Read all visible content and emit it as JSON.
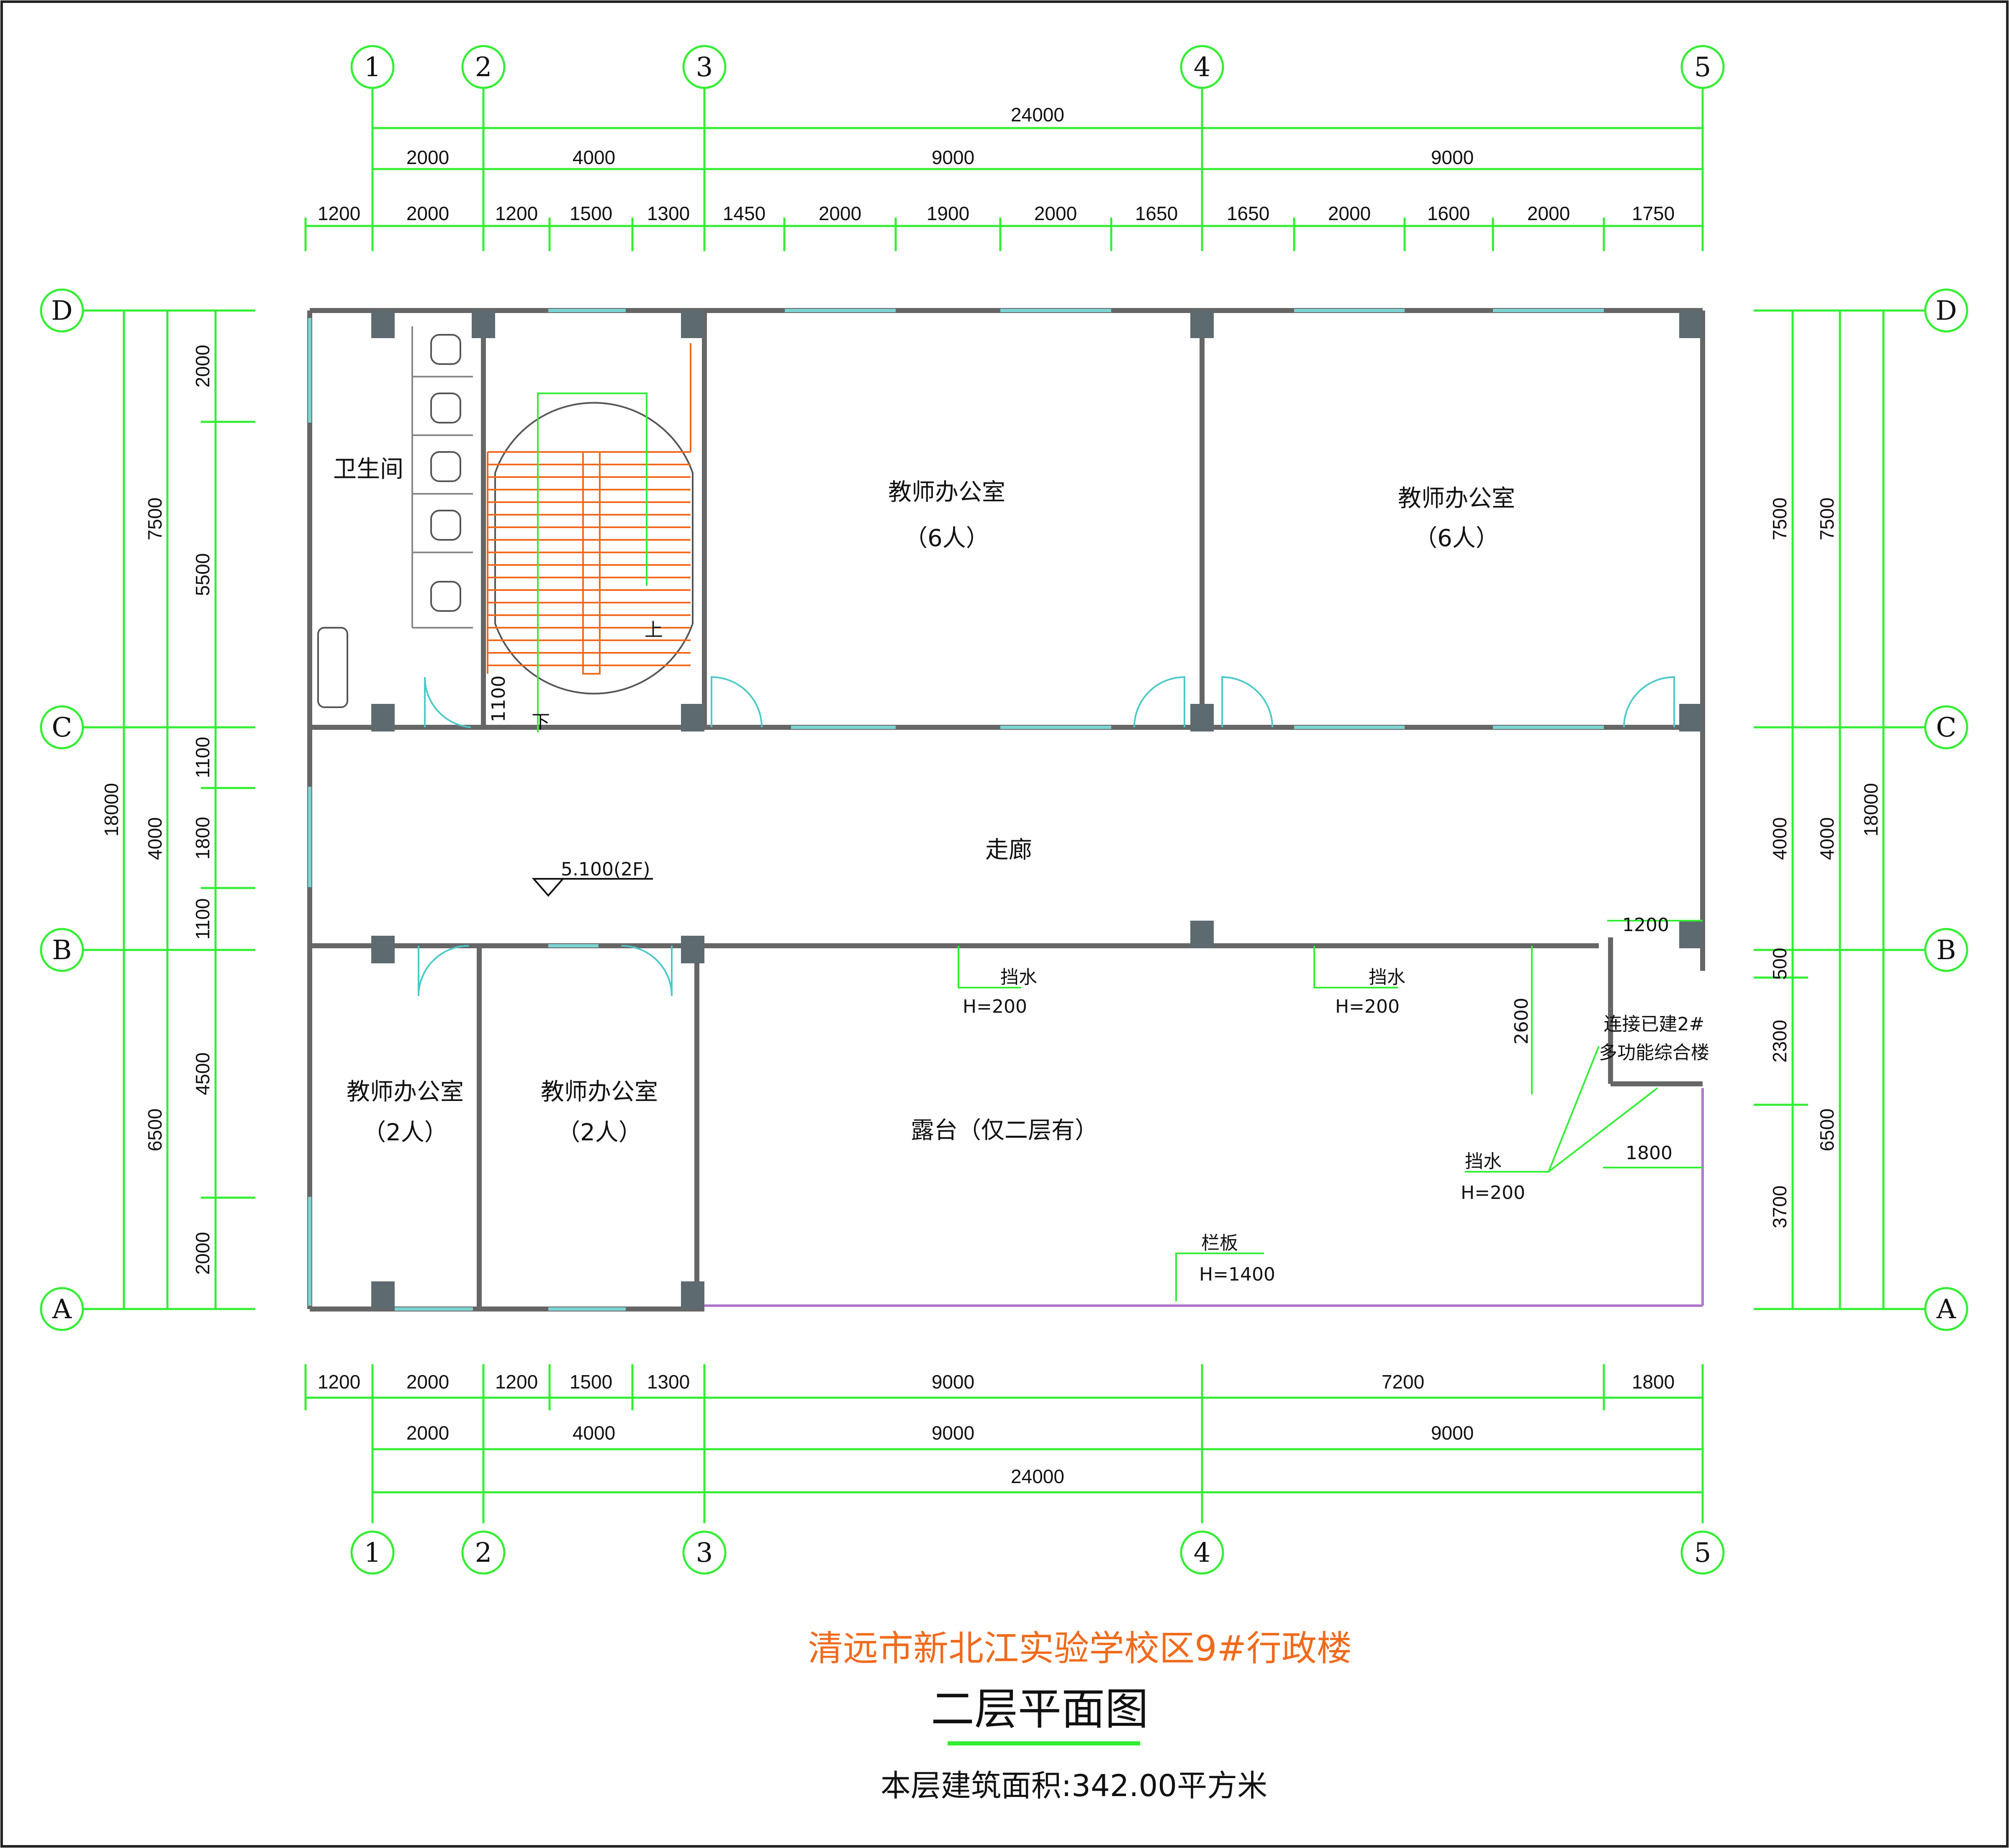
{
  "grid": {
    "columns": [
      "1",
      "2",
      "3",
      "4",
      "5"
    ],
    "rows": [
      "D",
      "C",
      "B",
      "A"
    ]
  },
  "dims_top": {
    "total": "24000",
    "bays": [
      "2000",
      "4000",
      "9000",
      "9000"
    ],
    "detail": [
      "1200",
      "2000",
      "1200",
      "1500",
      "1300",
      "1450",
      "2000",
      "1900",
      "2000",
      "1650",
      "1650",
      "2000",
      "1600",
      "2000",
      "1750"
    ]
  },
  "dims_bottom": {
    "detail": [
      "1200",
      "2000",
      "1200",
      "1500",
      "1300",
      "9000",
      "7200",
      "1800"
    ],
    "bays": [
      "2000",
      "4000",
      "9000",
      "9000"
    ],
    "total": "24000"
  },
  "dims_left": {
    "total": "18000",
    "bays": [
      "7500",
      "4000",
      "6500"
    ],
    "detail": [
      "2000",
      "5500",
      "1100",
      "1800",
      "1100",
      "4500",
      "2000"
    ]
  },
  "dims_right": {
    "total": "18000",
    "bays": [
      "7500",
      "4000",
      "6500"
    ],
    "detail": [
      "7500",
      "4000",
      "500",
      "2300",
      "3700"
    ]
  },
  "rooms": {
    "toilet": "卫生间",
    "office_big_1": {
      "name": "教师办公室",
      "capacity": "（6人）"
    },
    "office_big_2": {
      "name": "教师办公室",
      "capacity": "（6人）"
    },
    "office_small_1": {
      "name": "教师办公室",
      "capacity": "（2人）"
    },
    "office_small_2": {
      "name": "教师办公室",
      "capacity": "（2人）"
    },
    "corridor": "走廊",
    "terrace": "露台（仅二层有）",
    "link": [
      "连接已建2#",
      "多功能综合楼"
    ]
  },
  "annotations": {
    "stair_up": "上",
    "stair_down": "下",
    "stair_dim": "1100",
    "elevation": "5.100(2F)",
    "water_label": "挡水",
    "water_height": "H=200",
    "rail_label": "栏板",
    "rail_height": "H=1400",
    "link_width": "1200",
    "link_depth": "2600",
    "link_offset": "1800"
  },
  "title": {
    "project": "清远市新北江实验学校区9#行政楼",
    "drawing": "二层平面图",
    "area": "本层建筑面积:342.00平方米"
  },
  "colors": {
    "dimension": "#33ee33",
    "wall": "#666666",
    "window": "#7dd3d3",
    "stair": "#f06a1c",
    "railing": "#b077cc",
    "title": "#f06a1c"
  }
}
